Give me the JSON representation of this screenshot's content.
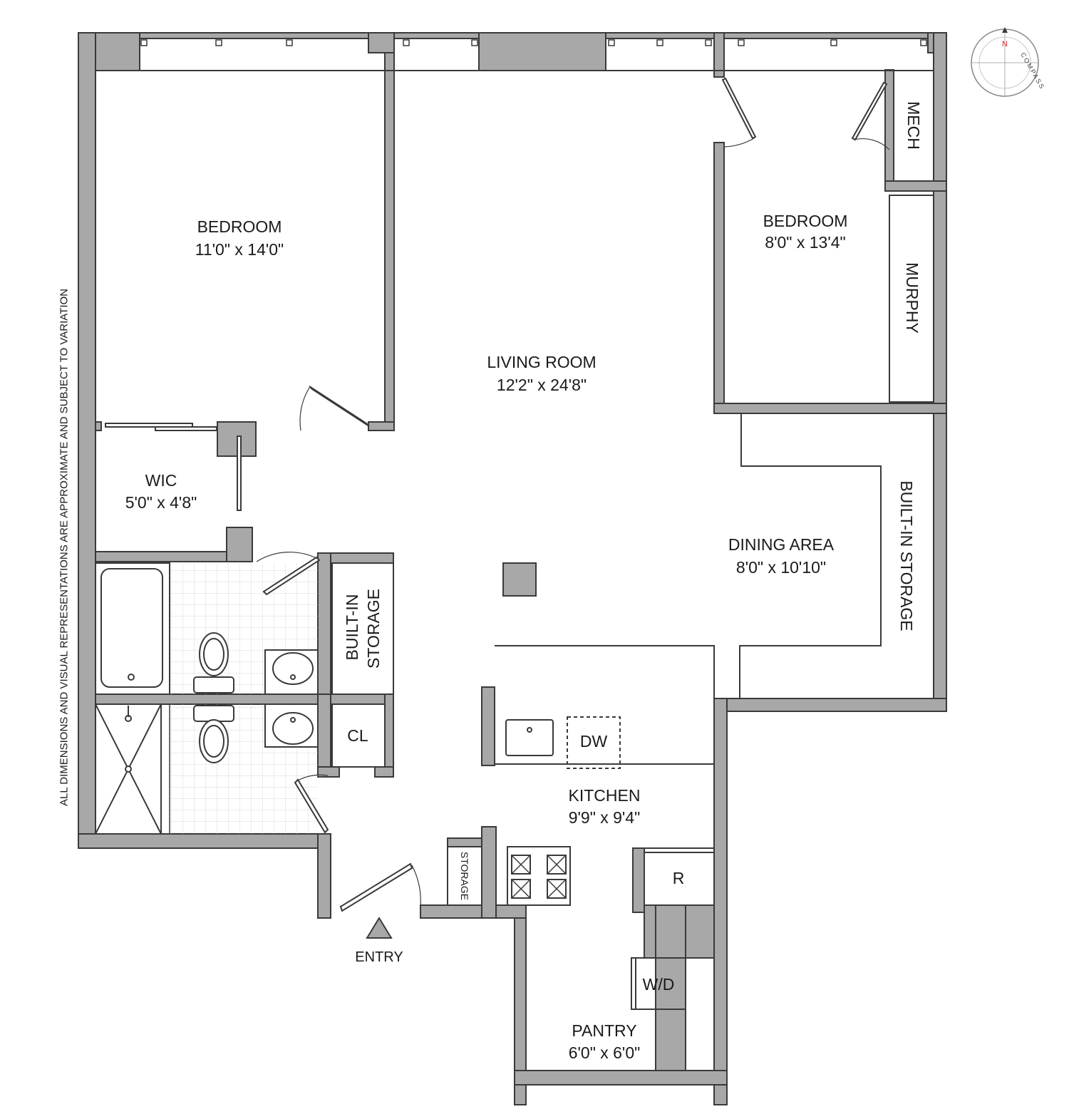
{
  "rooms": {
    "bedroom1": {
      "name": "BEDROOM",
      "dims": "11'0\" x 14'0\""
    },
    "bedroom2": {
      "name": "BEDROOM",
      "dims": "8'0\" x 13'4\""
    },
    "living": {
      "name": "LIVING ROOM",
      "dims": "12'2\" x 24'8\""
    },
    "wic": {
      "name": "WIC",
      "dims": "5'0\" x 4'8\""
    },
    "dining": {
      "name": "DINING AREA",
      "dims": "8'0\" x 10'10\""
    },
    "kitchen": {
      "name": "KITCHEN",
      "dims": "9'9\" x 9'4\""
    },
    "pantry": {
      "name": "PANTRY",
      "dims": "6'0\" x 6'0\""
    }
  },
  "labels": {
    "mech": "MECH",
    "murphy": "MURPHY",
    "builtin_storage_right": "BUILT-IN STORAGE",
    "builtin_line1": "BUILT-IN",
    "builtin_line2": "STORAGE",
    "closet": "CL",
    "dishwasher": "DW",
    "refrigerator": "R",
    "washer_dryer": "W/D",
    "storage": "STORAGE",
    "entry": "ENTRY"
  },
  "compass": {
    "north": "N",
    "ring": "COMPASS"
  },
  "disclaimer": "ALL DIMENSIONS AND VISUAL REPRESENTATIONS ARE APPROXIMATE AND SUBJECT TO VARIATION",
  "colors": {
    "wall": "#a8a8a8",
    "line": "#3a3a3a",
    "tile": "#d9d9d9",
    "north": "#d9262c"
  }
}
